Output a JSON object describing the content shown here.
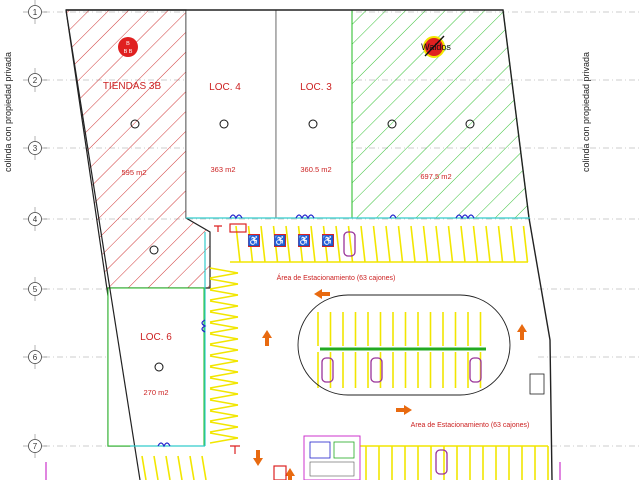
{
  "side_notes": {
    "left": "colinda con propiedad privada",
    "right": "colinda con propiedad privada"
  },
  "grid_axes": [
    "1",
    "2",
    "3",
    "4",
    "5",
    "6",
    "7"
  ],
  "units": {
    "tiendas_3b": {
      "name": "TIENDAS 3B",
      "area": "595 m2",
      "badge_top": "B",
      "badge_bottom": "B B",
      "color": "#cc2222"
    },
    "loc4": {
      "name": "LOC. 4",
      "area": "363 m2",
      "color": "#cc2222"
    },
    "loc3": {
      "name": "LOC. 3",
      "area": "360.5 m2",
      "color": "#cc2222"
    },
    "waldos": {
      "name": "Waldos",
      "area": "697.5 m2",
      "color": "#22bb22"
    },
    "loc6": {
      "name": "LOC. 6",
      "area": "270 m2",
      "color": "#cc2222"
    }
  },
  "parking": {
    "label_upper": "Área de Estacionamiento (63 cajones)",
    "label_lower": "Area de Estacionamiento (63 cajones)",
    "stall_color": "#f2e600",
    "arrow_color": "#e86a10"
  },
  "colors": {
    "red_hatch": "#cc2222",
    "green_hatch": "#22bb22",
    "grid_line": "#9a9a9a",
    "cyan_line": "#33cccc",
    "access_blue": "#2222cc",
    "car_purple": "#993399",
    "accent_magenta": "#cc33cc"
  }
}
